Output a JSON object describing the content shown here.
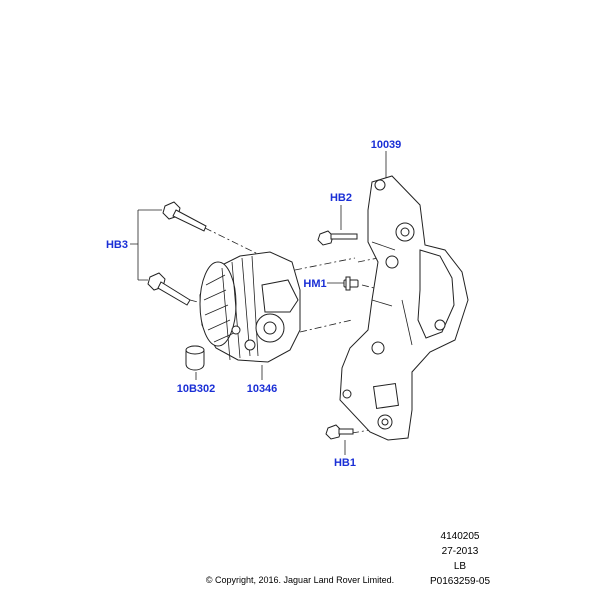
{
  "callouts": {
    "bracket": "10039",
    "bolt_hb2": "HB2",
    "bolts_hb3": "HB3",
    "stud_hm1": "HM1",
    "cap": "10B302",
    "alternator": "10346",
    "bolt_hb1": "HB1"
  },
  "reference": {
    "line1": "4140205",
    "line2": "27-2013",
    "line3": "LB",
    "line4": "P0163259-05"
  },
  "copyright": "© Copyright, 2016. Jaguar Land Rover Limited.",
  "colors": {
    "callout_text": "#1a2fd6",
    "line_art": "#222222"
  }
}
